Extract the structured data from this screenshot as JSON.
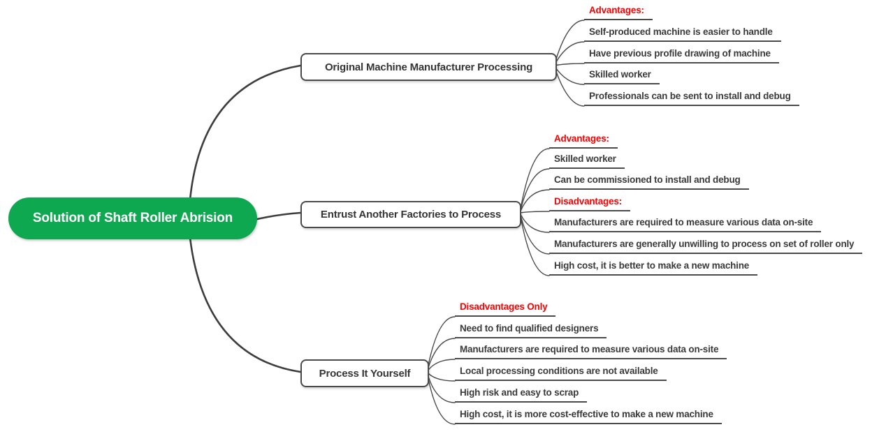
{
  "diagram": {
    "title": "Solution of Shaft Roller Abrision mind map",
    "colors": {
      "root_bg": "#0ea850",
      "root_text": "#ffffff",
      "emphasis_red": "#fe0000",
      "topic_text": "#3a3a3a",
      "line": "#4a4a4a"
    },
    "root": {
      "label": "Solution of Shaft Roller Abrision"
    },
    "branches": [
      {
        "label": "Original Machine Manufacturer Processing",
        "children": [
          {
            "label": "Advantages:",
            "emphasis": true
          },
          {
            "label": "Self-produced machine is easier to handle",
            "emphasis": false
          },
          {
            "label": "Have previous profile drawing of machine",
            "emphasis": false
          },
          {
            "label": "Skilled worker",
            "emphasis": false
          },
          {
            "label": "Professionals can be sent to install and debug",
            "emphasis": false
          }
        ]
      },
      {
        "label": "Entrust Another Factories to Process",
        "children": [
          {
            "label": "Advantages:",
            "emphasis": true
          },
          {
            "label": "Skilled worker",
            "emphasis": false
          },
          {
            "label": "Can be commissioned to install and debug",
            "emphasis": false
          },
          {
            "label": "Disadvantages:",
            "emphasis": true
          },
          {
            "label": "Manufacturers are required to measure various data on-site",
            "emphasis": false
          },
          {
            "label": "Manufacturers are generally unwilling to process on set of roller only",
            "emphasis": false
          },
          {
            "label": "High cost, it is better to make a new machine",
            "emphasis": false
          }
        ]
      },
      {
        "label": "Process It Yourself",
        "children": [
          {
            "label": "Disadvantages Only",
            "emphasis": true
          },
          {
            "label": "Need to find qualified designers",
            "emphasis": false
          },
          {
            "label": "Manufacturers are required to measure various data on-site",
            "emphasis": false
          },
          {
            "label": "Local processing conditions are not available",
            "emphasis": false
          },
          {
            "label": "High risk and easy to scrap",
            "emphasis": false
          },
          {
            "label": "High cost, it is more cost-effective to make a new machine",
            "emphasis": false
          }
        ]
      }
    ]
  }
}
